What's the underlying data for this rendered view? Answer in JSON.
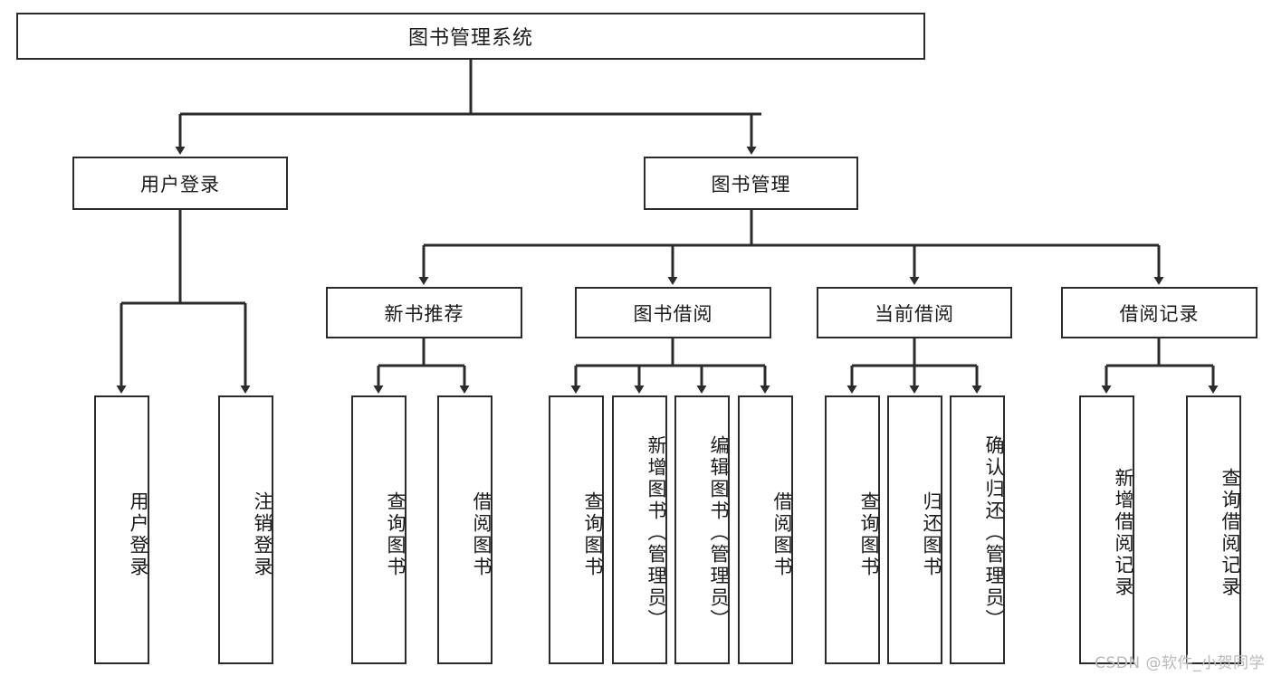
{
  "diagram": {
    "title": "图书管理系统",
    "type": "hierarchy-tree",
    "watermark": "CSDN @软件_小贺同学",
    "colors": {
      "stroke": "#2b2b2b",
      "fill": "#ffffff",
      "text": "#1a1a1a",
      "watermark": "#b9b9b9"
    },
    "nodes": {
      "root": {
        "label": "图书管理系统"
      },
      "level2": [
        {
          "label": "用户登录"
        },
        {
          "label": "图书管理"
        }
      ],
      "level3": [
        {
          "label": "新书推荐"
        },
        {
          "label": "图书借阅"
        },
        {
          "label": "当前借阅"
        },
        {
          "label": "借阅记录"
        }
      ],
      "leaves": {
        "user_login": [
          {
            "label": "用户登录"
          },
          {
            "label": "注销登录"
          }
        ],
        "new_book": [
          {
            "label": "查询图书"
          },
          {
            "label": "借阅图书"
          }
        ],
        "book_borrow": [
          {
            "label": "查询图书"
          },
          {
            "label": "新增图书（管理员）"
          },
          {
            "label": "编辑图书（管理员）"
          },
          {
            "label": "借阅图书"
          }
        ],
        "current_borrow": [
          {
            "label": "查询图书"
          },
          {
            "label": "归还图书"
          },
          {
            "label": "确认归还（管理员）"
          }
        ],
        "borrow_record": [
          {
            "label": "新增借阅记录"
          },
          {
            "label": "查询借阅记录"
          }
        ]
      }
    }
  }
}
